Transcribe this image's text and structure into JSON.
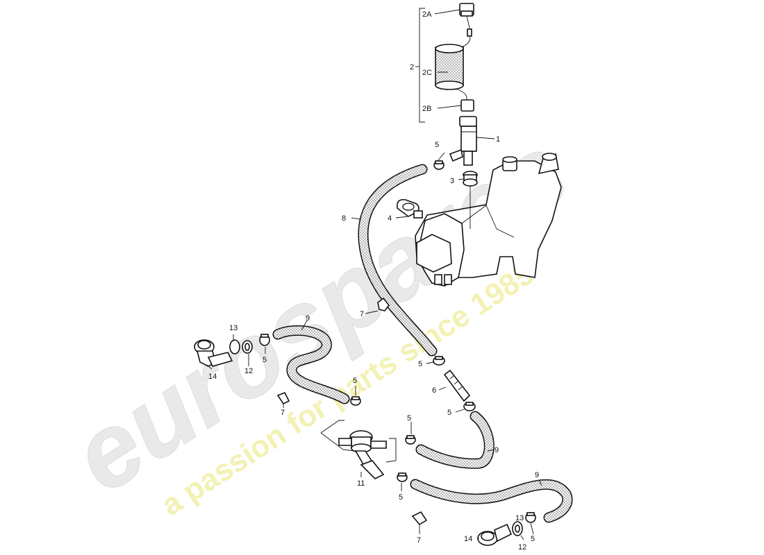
{
  "watermark": {
    "brand": "eurospares",
    "tagline": "a passion for parts since 1985",
    "brand_color": "#e9e9e9",
    "tagline_color": "#f3f1b4"
  },
  "callouts": {
    "p2A": "2A",
    "p2": "2",
    "p2C": "2C",
    "p2B": "2B",
    "p1": "1",
    "p5a": "5",
    "p3": "3",
    "p8": "8",
    "p4": "4",
    "p9a": "9",
    "p7a": "7",
    "p13a": "13",
    "p5b": "5",
    "p14a": "14",
    "p12a": "12",
    "p5c": "5",
    "p5d": "5",
    "p6": "6",
    "p5e": "5",
    "p7b": "7",
    "p5f": "5",
    "p9b": "9",
    "p11": "11",
    "p5g": "5",
    "p9c": "9",
    "p7c": "7",
    "p13b": "13",
    "p14b": "14",
    "p12b": "12",
    "p5h": "5"
  },
  "colors": {
    "line": "#111111",
    "hose_fill": "#f1f1f1"
  }
}
